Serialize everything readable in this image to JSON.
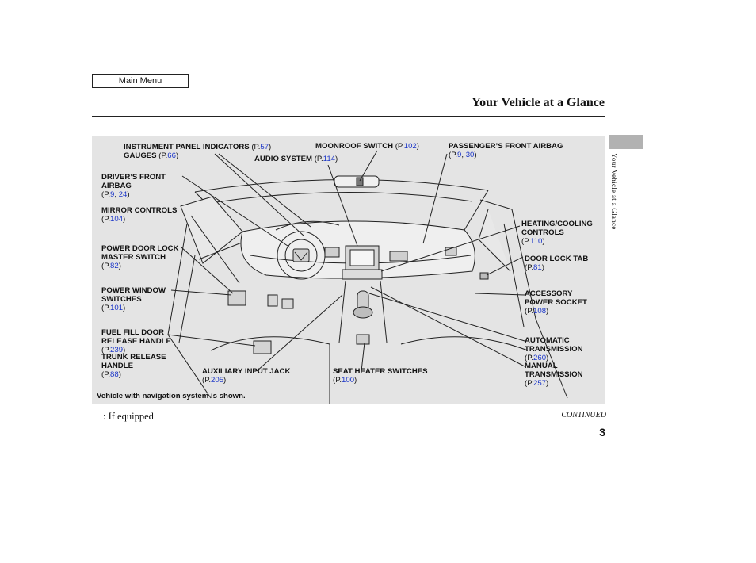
{
  "nav": {
    "main_menu": "Main Menu"
  },
  "header": {
    "title": "Your Vehicle at a Glance"
  },
  "side_tab": {
    "label": "Your Vehicle at a Glance"
  },
  "diagram": {
    "labels": {
      "instrument_panel": {
        "name": "INSTRUMENT PANEL INDICATORS",
        "pages": [
          "57"
        ]
      },
      "gauges": {
        "name": "GAUGES",
        "pages": [
          "66"
        ]
      },
      "moonroof": {
        "name": "MOONROOF SWITCH",
        "pages": [
          "102"
        ]
      },
      "passenger_airbag": {
        "name": "PASSENGER’S FRONT AIRBAG",
        "pages": [
          "9",
          "30"
        ]
      },
      "audio": {
        "name": "AUDIO SYSTEM",
        "pages": [
          "114"
        ]
      },
      "driver_airbag": {
        "name": "DRIVER’S FRONT\nAIRBAG",
        "pages": [
          "9",
          "24"
        ]
      },
      "mirror": {
        "name": "MIRROR CONTROLS",
        "pages": [
          "104"
        ]
      },
      "heating": {
        "name": "HEATING/COOLING\nCONTROLS",
        "pages": [
          "110"
        ]
      },
      "door_lock_master": {
        "name": "POWER DOOR LOCK\nMASTER SWITCH",
        "pages": [
          "82"
        ]
      },
      "door_lock_tab": {
        "name": "DOOR LOCK TAB",
        "pages": [
          "81"
        ]
      },
      "power_window": {
        "name": "POWER WINDOW\nSWITCHES",
        "pages": [
          "101"
        ]
      },
      "accessory": {
        "name": "ACCESSORY\nPOWER SOCKET",
        "pages": [
          "108"
        ]
      },
      "fuel_fill": {
        "name": "FUEL FILL DOOR\nRELEASE HANDLE",
        "pages": [
          "239"
        ]
      },
      "trunk": {
        "name": "TRUNK RELEASE\nHANDLE",
        "pages": [
          "88"
        ]
      },
      "automatic": {
        "name": "AUTOMATIC\nTRANSMISSION",
        "pages": [
          "260"
        ]
      },
      "manual": {
        "name": "MANUAL\nTRANSMISSION",
        "pages": [
          "257"
        ]
      },
      "aux": {
        "name": "AUXILIARY INPUT JACK",
        "pages": [
          "205"
        ]
      },
      "seat_heater": {
        "name": "SEAT HEATER SWITCHES",
        "pages": [
          "100"
        ]
      }
    },
    "note": "Vehicle with navigation system is shown."
  },
  "footer": {
    "footnote": ":  If equipped",
    "continued": "CONTINUED",
    "page_number": "3"
  },
  "colors": {
    "link": "#1a35c8",
    "panel": "#e4e4e4",
    "tab": "#b2b2b2"
  }
}
